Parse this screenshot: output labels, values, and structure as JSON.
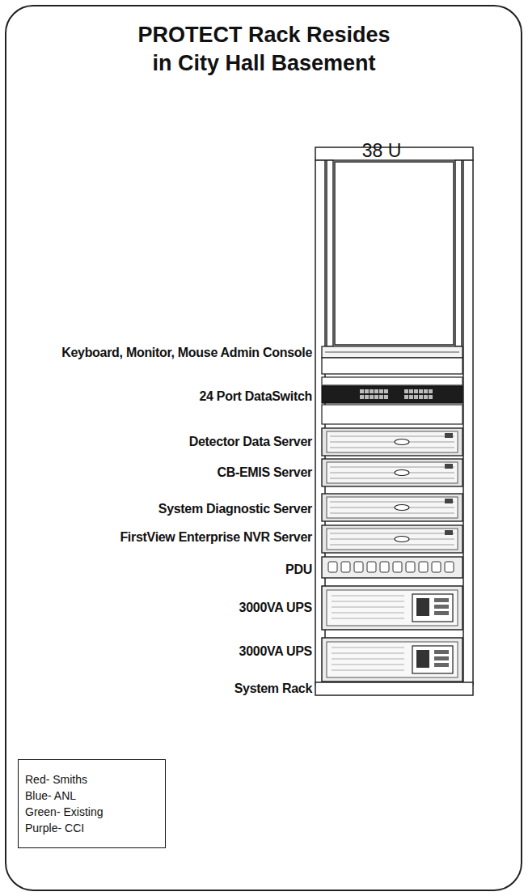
{
  "diagram": {
    "title": "PROTECT Rack Resides in City Hall Basement",
    "labels": [
      "38 U",
      "Keyboard, Monitor, Mouse Admin Console",
      "24 Port DataSwitch",
      "Detector Data Server",
      "CB-EMIS Server",
      "System Diagnostic Server",
      "FirstView Enterprise NVR Server",
      "PDU",
      "3000VA UPS",
      "3000VA UPS",
      "System Rack"
    ],
    "legend": [
      {
        "text": "Red- Smiths"
      },
      {
        "text": "Blue- ANL"
      },
      {
        "text": "Green- Existing"
      },
      {
        "text": "Purple- CCI"
      }
    ]
  }
}
